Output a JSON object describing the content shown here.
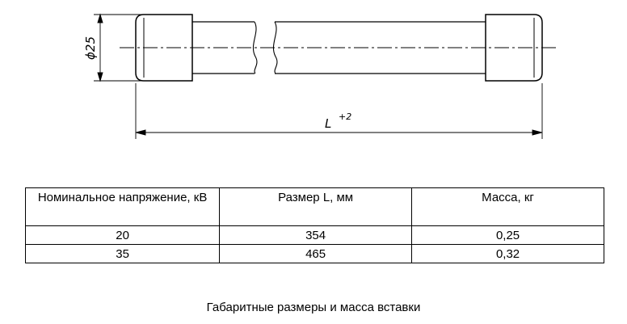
{
  "drawing": {
    "diameter_label": "ϕ25",
    "length_label": "L",
    "length_tolerance": "+2"
  },
  "table": {
    "headers": [
      "Номинальное напряжение, кВ",
      "Размер L, мм",
      "Масса, кг"
    ],
    "rows": [
      [
        "20",
        "354",
        "0,25"
      ],
      [
        "35",
        "465",
        "0,32"
      ]
    ]
  },
  "caption": "Габаритные размеры и масса вставки"
}
